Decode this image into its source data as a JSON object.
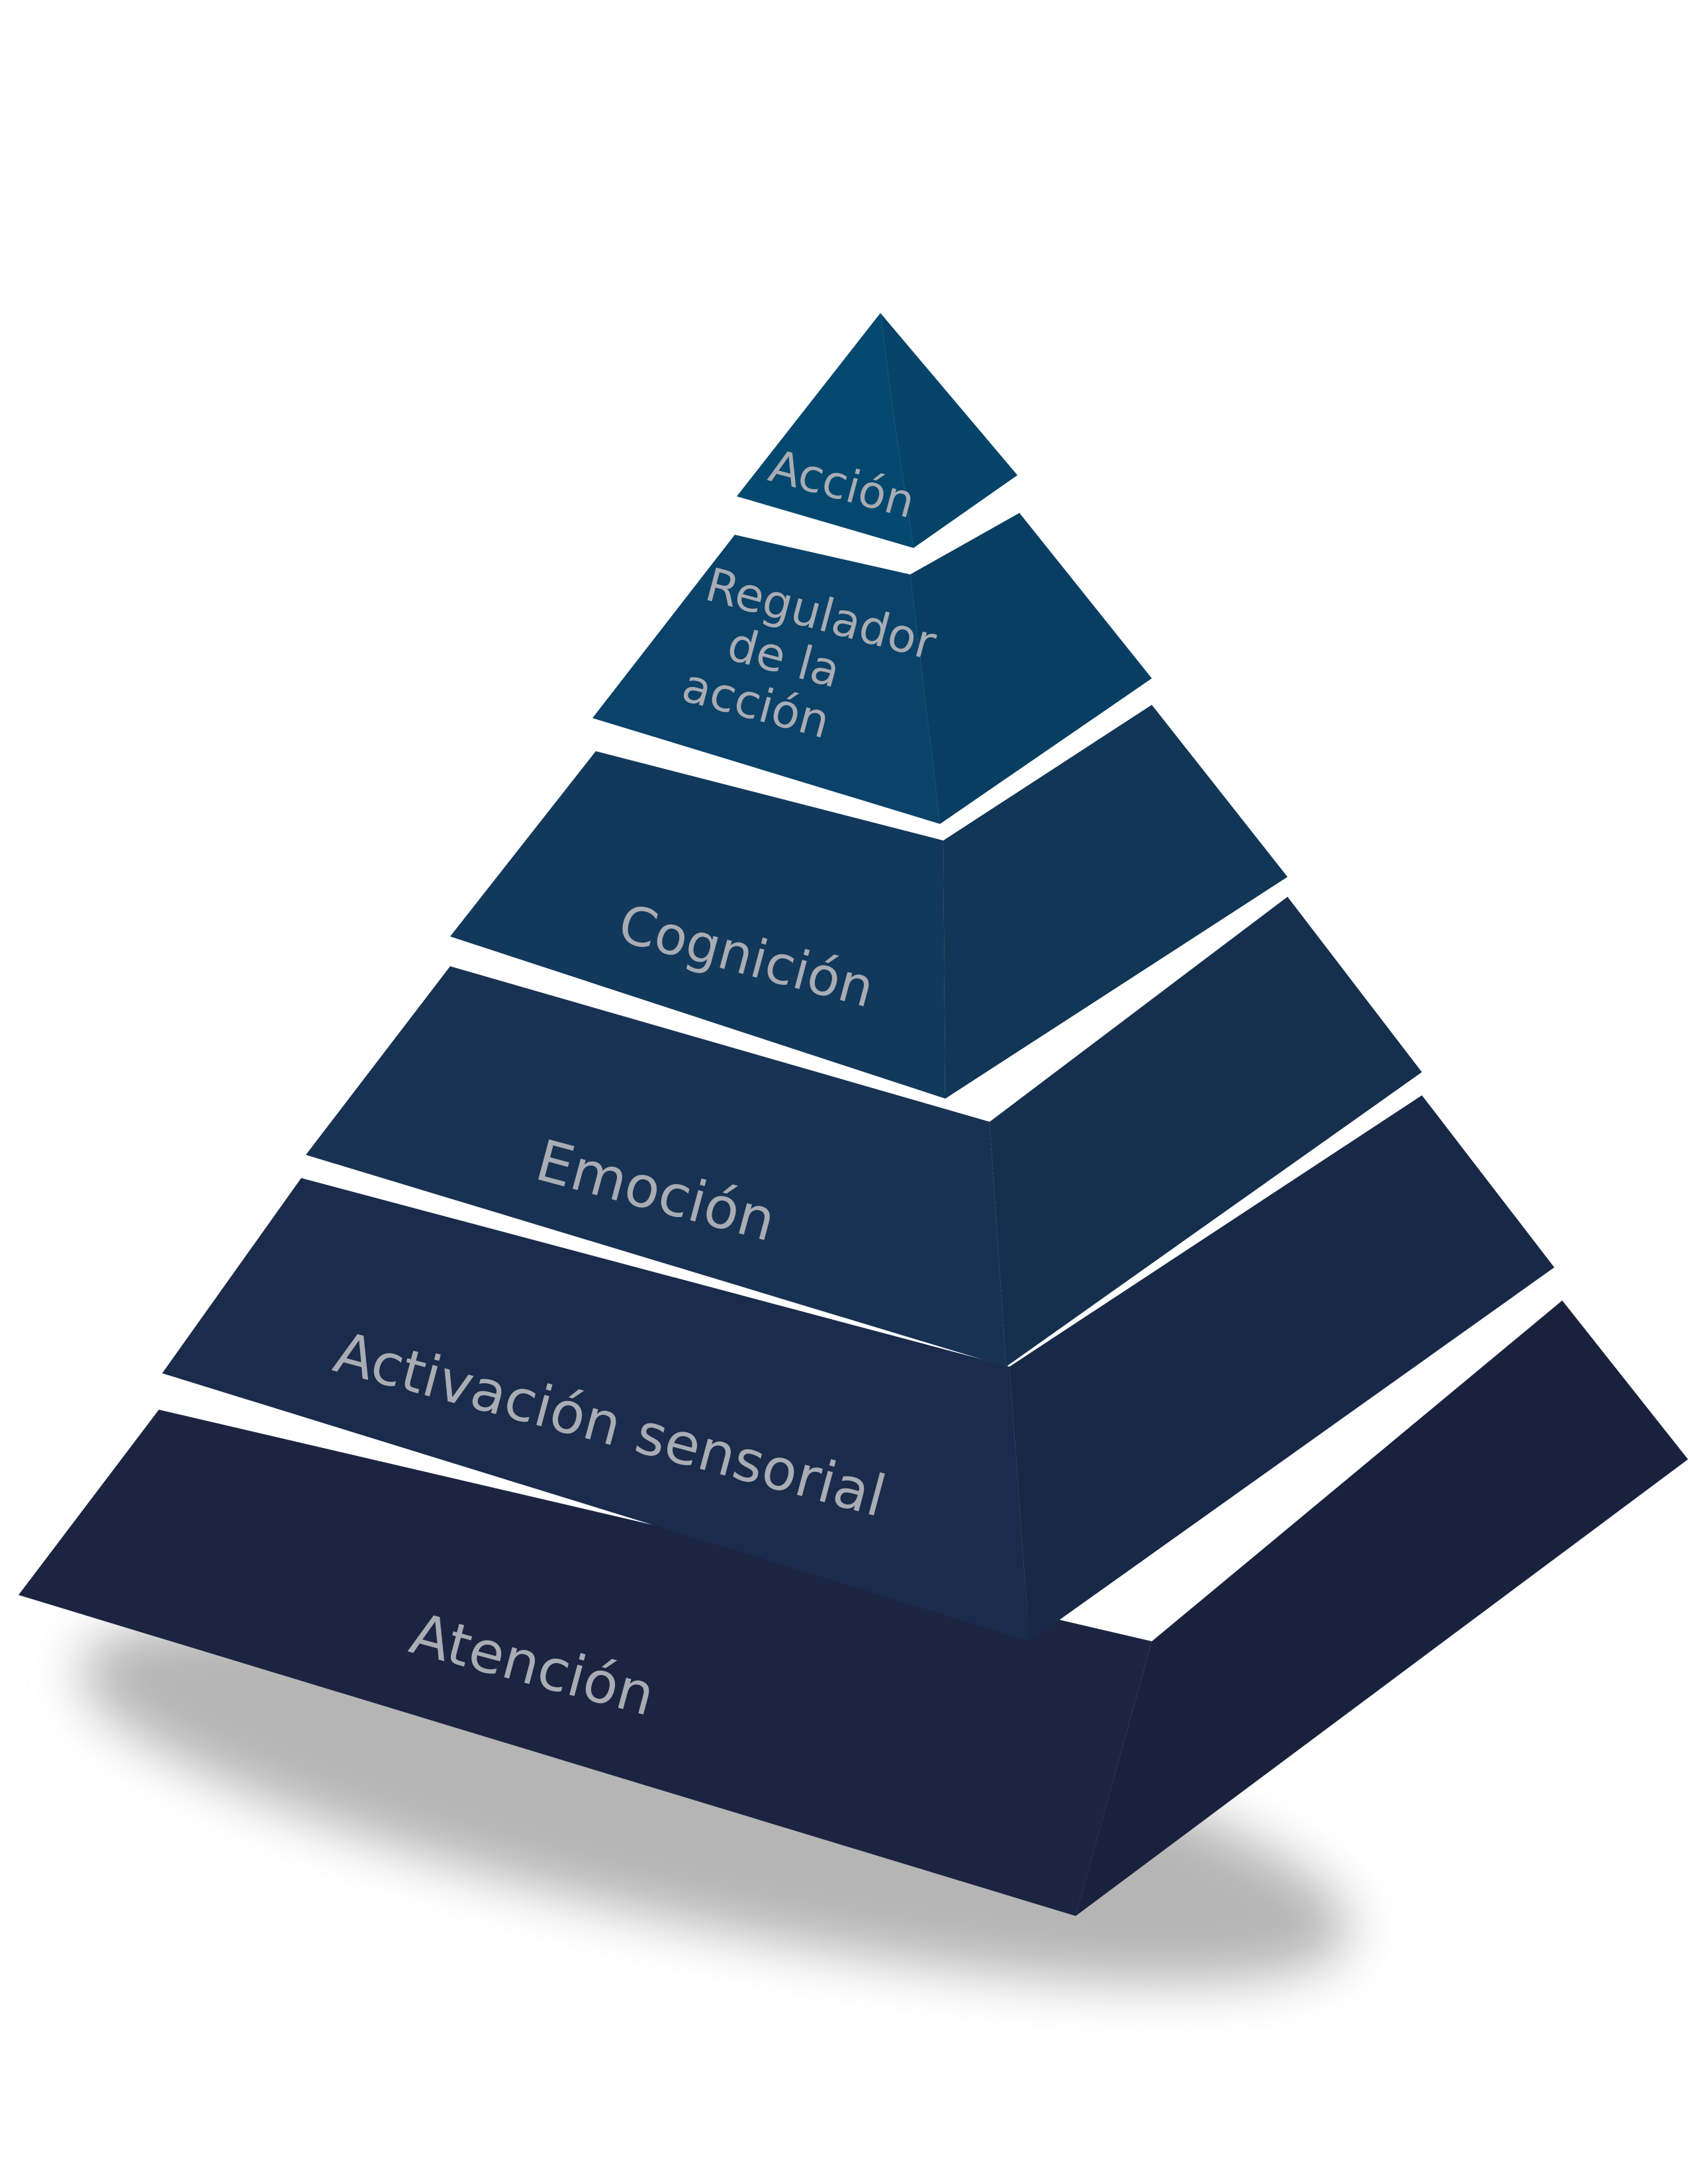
{
  "diagram": {
    "type": "pyramid",
    "order": "top-to-bottom",
    "tiers": [
      {
        "id": "accion",
        "label_lines": [
          "Acción"
        ],
        "color": "#05486f"
      },
      {
        "id": "regulador",
        "label_lines": [
          "Regulador",
          "de la",
          "acción"
        ],
        "color": "#0a4269"
      },
      {
        "id": "cognicion",
        "label_lines": [
          "Cognición"
        ],
        "color": "#12395c"
      },
      {
        "id": "emocion",
        "label_lines": [
          "Emoción"
        ],
        "color": "#183253"
      },
      {
        "id": "activacion",
        "label_lines": [
          "Activación sensorial"
        ],
        "color": "#1a2b4b"
      },
      {
        "id": "atencion",
        "label_lines": [
          "Atención"
        ],
        "color": "#1b2441"
      }
    ],
    "label_color": "#a9acb3",
    "shadow_color": "#7a7a7a"
  }
}
